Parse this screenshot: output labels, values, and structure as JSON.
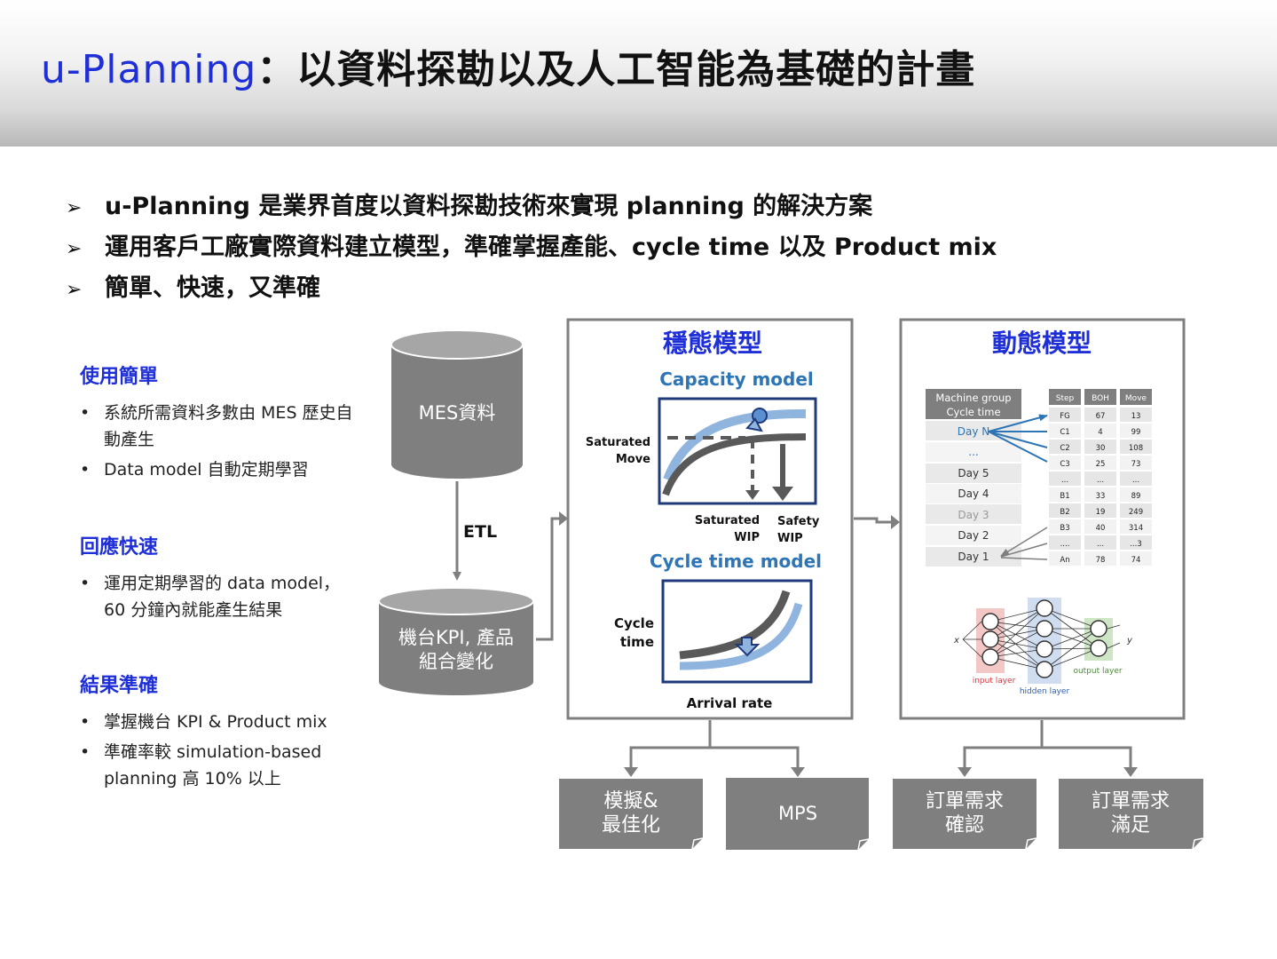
{
  "title": {
    "brand": "u-Planning",
    "rest": "：以資料探勘以及人工智能為基礎的計畫"
  },
  "bullets": [
    "u-Planning 是業界首度以資料探勘技術來實現 planning 的解決方案",
    "運用客戶工廠實際資料建立模型，準確掌握產能、cycle time 以及 Product mix",
    "簡單、快速，又準確"
  ],
  "bullet_marker": "➢",
  "sections": [
    {
      "heading": "使用簡單",
      "items": [
        "系統所需資料多數由 MES 歷史自動產生",
        "Data model 自動定期學習"
      ]
    },
    {
      "heading": "回應快速",
      "items": [
        "運用定期學習的 data model，60 分鐘內就能產生結果"
      ]
    },
    {
      "heading": "結果準確",
      "items": [
        "掌握機台 KPI & Product mix",
        "準確率較 simulation-based planning 高 10% 以上"
      ]
    }
  ],
  "diagram": {
    "db_top": "MES資料",
    "etl": "ETL",
    "db_bottom": [
      "機台KPI, 產品",
      "組合變化"
    ],
    "steady": {
      "title": "穩態模型",
      "capacity_title": "Capacity model",
      "capacity_ylabel": [
        "Saturated",
        "Move"
      ],
      "capacity_xlabels": [
        [
          "Saturated",
          "WIP"
        ],
        [
          "Safety",
          "WIP"
        ]
      ],
      "cycle_title": "Cycle time model",
      "cycle_ylabel": [
        "Cycle",
        "time"
      ],
      "cycle_xlabel": "Arrival rate"
    },
    "dynamic": {
      "title": "動態模型",
      "mg_header": [
        "Machine group",
        "Cycle time"
      ],
      "days": [
        "Day N",
        "...",
        "Day 5",
        "Day 4",
        "Day 3",
        "Day 2",
        "Day 1"
      ],
      "table_headers": [
        "Step",
        "BOH",
        "Move"
      ],
      "table_rows": [
        [
          "FG",
          "67",
          "13"
        ],
        [
          "C1",
          "4",
          "99"
        ],
        [
          "C2",
          "30",
          "108"
        ],
        [
          "C3",
          "25",
          "73"
        ],
        [
          "...",
          "...",
          "..."
        ],
        [
          "B1",
          "33",
          "89"
        ],
        [
          "B2",
          "19",
          "249"
        ],
        [
          "B3",
          "40",
          "314"
        ],
        [
          "....",
          "...",
          "...3"
        ],
        [
          "An",
          "78",
          "74"
        ]
      ],
      "nn_labels": {
        "input": "input layer",
        "hidden": "hidden layer",
        "output": "output layer",
        "x": "x",
        "y": "y"
      }
    },
    "outputs": [
      [
        "模擬&",
        "最佳化"
      ],
      [
        "MPS"
      ],
      [
        "訂單需求",
        "確認"
      ],
      [
        "訂單需求",
        "滿足"
      ]
    ]
  },
  "colors": {
    "brand": "#1f2fd8",
    "gray_box": "#7f7f7f",
    "curve_blue": "#8fb4de",
    "curve_gray": "#595959",
    "navy": "#1f3a7a",
    "link_blue": "#2e75b6"
  }
}
